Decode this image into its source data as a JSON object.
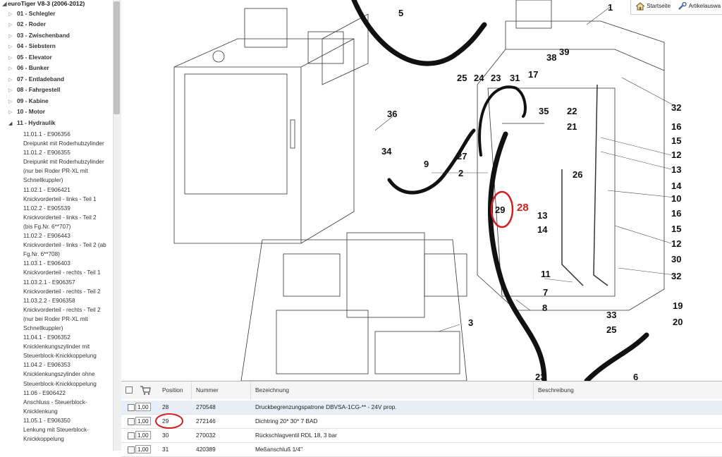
{
  "tree": {
    "root_label": "euroTiger V8-3 (2006-2012)",
    "groups": [
      {
        "label": "01 - Schlegler"
      },
      {
        "label": "02 - Roder"
      },
      {
        "label": "03 - Zwischenband"
      },
      {
        "label": "04 - Siebstern"
      },
      {
        "label": "05 - Elevator"
      },
      {
        "label": "06 - Bunker"
      },
      {
        "label": "07 - Entladeband"
      },
      {
        "label": "08 - Fahrgestell"
      },
      {
        "label": "09 - Kabine"
      },
      {
        "label": "10 - Motor"
      },
      {
        "label": "11 - Hydraulik"
      }
    ],
    "hydraulik_items": [
      "11.01.1 - E906356",
      "Dreipunkt mit Roderhubzylinder",
      "11.01.2 - E906355",
      "Dreipunkt mit Roderhubzylinder",
      "(nur bei Roder PR-XL mit",
      "Schnellkuppler)",
      "11.02.1 - E906421",
      "Knickvorderteil - links - Teil 1",
      "11.02.2 - E905539",
      "Knickvorderteil - links - Teil 2",
      "(bis Fg.Nr. 6**707)",
      "11.02.2 - E906443",
      "Knickvorderteil - links - Teil 2 (ab",
      "Fg.Nr. 6**708)",
      "11.03.1 - E906403",
      "Knickvorderteil - rechts - Teil 1",
      "11.03.2.1 - E906357",
      "Knickvorderteil - rechts - Teil 2",
      "11.03.2.2 - E906358",
      "Knickvorderteil - rechts - Teil 2",
      "(nur bei Roder PR-XL mit",
      "Schnellkuppler)",
      "11.04.1 - E906352",
      "Knicklenkungszylinder mit",
      "Steuerblock-Knickkoppelung",
      "11.04.2 - E906353",
      "Knicklenkungszylinder ohne",
      "Steuerblock-Knickkoppelung",
      "11.06 - E906422",
      "Anschluss - Steuerblock-",
      "Knicklenkung",
      "11.05.1 - E906350",
      "Lenkung mit Steuerblock-",
      "Knickkoppelung"
    ]
  },
  "toolbar": {
    "home_label": "Startseite",
    "articles_label": "Artikelauswa"
  },
  "drawing": {
    "callouts": [
      "1",
      "5",
      "38",
      "39",
      "17",
      "25",
      "24",
      "23",
      "31",
      "36",
      "35",
      "22",
      "21",
      "32",
      "16",
      "15",
      "12",
      "13",
      "14",
      "10",
      "16",
      "15",
      "12",
      "30",
      "32",
      "34",
      "9",
      "27",
      "2",
      "26",
      "29",
      "28",
      "13",
      "14",
      "11",
      "7",
      "8",
      "3",
      "33",
      "25",
      "19",
      "20",
      "6",
      "23"
    ],
    "highlight_label": "28",
    "circled_label": "29"
  },
  "table": {
    "headers": {
      "position": "Position",
      "number": "Nummer",
      "designation": "Bezeichnung",
      "description": "Beschreibung"
    },
    "rows": [
      {
        "qty": "1,00",
        "position": "28",
        "number": "270548",
        "designation": "Druckbegrenzungspatrone DBVSA-1CG-** - 24V prop.",
        "description": ""
      },
      {
        "qty": "1,00",
        "position": "29",
        "number": "272146",
        "designation": "Dichtring 20* 30* 7 BAD",
        "description": ""
      },
      {
        "qty": "1,00",
        "position": "30",
        "number": "270032",
        "designation": "Rückschlagventil RDL 18, 3 bar",
        "description": ""
      },
      {
        "qty": "1,00",
        "position": "31",
        "number": "420389",
        "designation": "Meßanschluß 1/4\"",
        "description": ""
      }
    ],
    "accent_red": "#d42020",
    "selected_row_bg": "#e8eef7"
  }
}
